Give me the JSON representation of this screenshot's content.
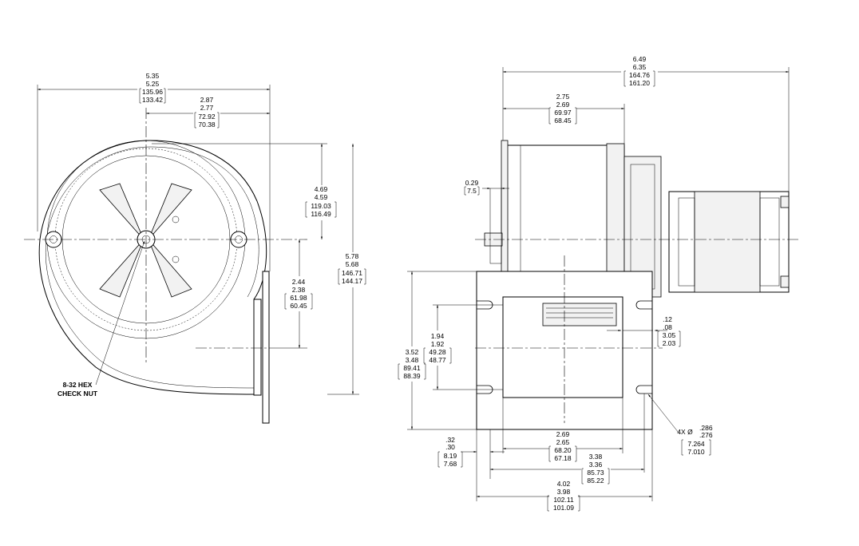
{
  "front_view": {
    "overall_width": [
      "5.35",
      "5.25",
      "135.96",
      "133.42"
    ],
    "hub_to_edge": [
      "2.87",
      "2.77",
      "72.92",
      "70.38"
    ],
    "top_to_hub": [
      "4.69",
      "4.59",
      "119.03",
      "116.49"
    ],
    "hub_to_outlet": [
      "2.44",
      "2.38",
      "61.98",
      "60.45"
    ],
    "overall_height": [
      "5.78",
      "5.68",
      "146.71",
      "144.17"
    ],
    "callout": [
      "8-32 HEX",
      "CHECK NUT"
    ]
  },
  "side_view": {
    "overall_length": [
      "6.49",
      "6.35",
      "164.76",
      "161.20"
    ],
    "housing_width": [
      "2.75",
      "2.69",
      "69.97",
      "68.45"
    ],
    "shaft_offset": [
      "0.29",
      "7.5"
    ],
    "flange_height": [
      "3.52",
      "3.48",
      "89.41",
      "88.39"
    ],
    "outlet_height": [
      "1.94",
      "1.92",
      "49.28",
      "48.77"
    ],
    "outlet_lip": [
      ".12",
      ".08",
      "3.05",
      "2.03"
    ],
    "outlet_width": [
      "2.69",
      "2.65",
      "68.20",
      "67.18"
    ],
    "flange_thickness": [
      ".32",
      ".30",
      "8.19",
      "7.68"
    ],
    "hole_spacing": [
      "3.38",
      "3.36",
      "85.73",
      "85.22"
    ],
    "flange_width": [
      "4.02",
      "3.98",
      "102.11",
      "101.09"
    ],
    "hole_callout_prefix": "4X Ø",
    "hole_dia": [
      ".286",
      ".276",
      "7.264",
      "7.010"
    ]
  }
}
